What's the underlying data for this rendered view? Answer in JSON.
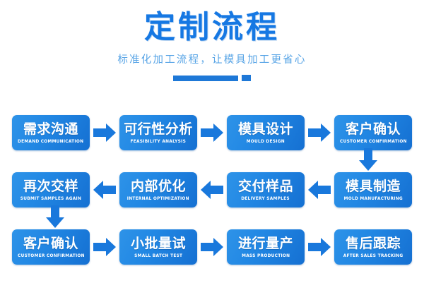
{
  "header": {
    "title": "定制流程",
    "subtitle": "标准化加工流程，让模具加工更省心",
    "divider": "decorative-divider"
  },
  "colors": {
    "title_blue": "#1678E3",
    "subtitle_blue": "#57A4E6",
    "box_gradient_light": "#2E93E8",
    "box_gradient_dark": "#1570D2",
    "arrow_blue": "#1978DC",
    "background": "#FFFFFF"
  },
  "flow": {
    "rows": [
      {
        "direction": "left-to-right",
        "steps": [
          {
            "cn": "需求沟通",
            "en": "DEMAND COMMUNICATION"
          },
          {
            "cn": "可行性分析",
            "en": "FEASIBILITY ANALYSIS"
          },
          {
            "cn": "模具设计",
            "en": "MOULD DESIGN"
          },
          {
            "cn": "客户确认",
            "en": "CUSTOMER CONFIRMATION"
          }
        ]
      },
      {
        "direction": "right-to-left",
        "steps": [
          {
            "cn": "再次交样",
            "en": "SUBMIT SAMPLES AGAIN"
          },
          {
            "cn": "内部优化",
            "en": "INTERNAL OPTIMIZATION"
          },
          {
            "cn": "交付样品",
            "en": "DELIVERY SAMPLES"
          },
          {
            "cn": "模具制造",
            "en": "MOLD MANUFACTURING"
          }
        ]
      },
      {
        "direction": "left-to-right",
        "steps": [
          {
            "cn": "客户确认",
            "en": "CUSTOMER CONFIRMATION"
          },
          {
            "cn": "小批量试",
            "en": "SMALL BATCH TEST"
          },
          {
            "cn": "进行量产",
            "en": "MASS PRODUCTION"
          },
          {
            "cn": "售后跟踪",
            "en": "AFTER SALES TRACKING"
          }
        ]
      }
    ],
    "connectors": {
      "row1_to_row2": "arrow-down-right-side",
      "row2_to_row3": "arrow-down-left-side"
    }
  }
}
